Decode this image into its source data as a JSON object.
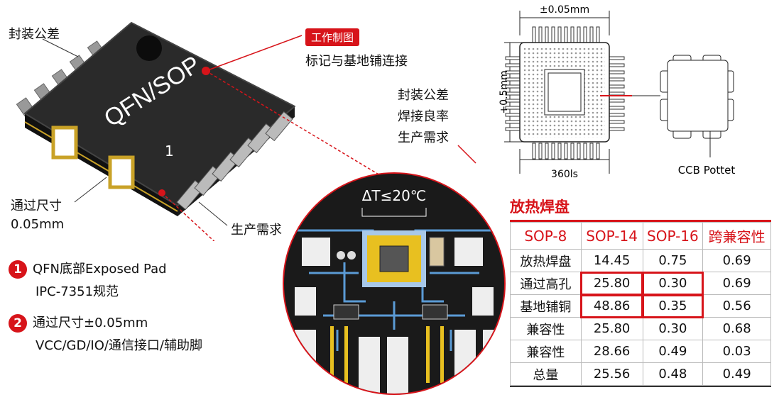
{
  "chip": {
    "marking": "QFN/SOP",
    "pin_one": "1"
  },
  "callouts": {
    "package_tolerance": "封装公差",
    "badge": "工作制图",
    "marking_connect": "标记与基地铺连接",
    "via_size": "通过尺寸",
    "via_size_value": "0.05mm",
    "production_need": "生产需求"
  },
  "legend": [
    {
      "number": "1",
      "line1": "QFN底部Exposed Pad",
      "line2": "IPC-7351规范"
    },
    {
      "number": "2",
      "line1": "通过尺寸±0.05mm",
      "line2": "VCC/GD/IO/通信接口/辅助脚"
    }
  ],
  "inset": {
    "delta_t": "ΔT≤20℃"
  },
  "drawing": {
    "top_dim": "±0.05mm",
    "side_dim": "+0.5mm",
    "bottom_dim": "360ls",
    "notes": [
      "封装公差",
      "焊接良率",
      "生产需求"
    ],
    "pottet_label": "CCB Pottet"
  },
  "table": {
    "title": "放热焊盘",
    "headers": [
      "SOP-8",
      "SOP-14",
      "SOP-16",
      "跨兼容性"
    ],
    "rows": [
      [
        "放热焊盘",
        "14.45",
        "0.75",
        "0.69"
      ],
      [
        "通过高孔",
        "25.80",
        "0.30",
        "0.69"
      ],
      [
        "基地铺铜",
        "48.86",
        "0.35",
        "0.56"
      ],
      [
        "兼容性",
        "25.80",
        "0.30",
        "0.68"
      ],
      [
        "兼容性",
        "28.66",
        "0.49",
        "0.03"
      ],
      [
        "总量",
        "25.56",
        "0.48",
        "0.49"
      ]
    ]
  },
  "colors": {
    "accent": "#d7141a",
    "chip": "#2a2a2a",
    "pcb": "#1a1a1a",
    "trace": "#5b9bd5",
    "pad_gold": "#e8c020"
  }
}
